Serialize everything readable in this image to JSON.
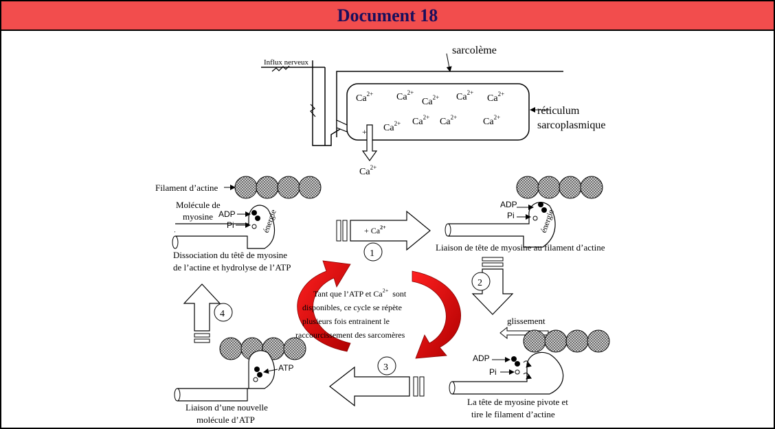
{
  "title": "Document 18",
  "labels": {
    "sarcolemme": "sarcolème",
    "influx": "Influx nerveux",
    "reticulum1": "réticulum",
    "reticulum2": "sarcoplasmique",
    "ca_out": "Ca",
    "filament_actine": "Filament d’actine",
    "molecule1": "Molécule de",
    "molecule2": "myosine",
    "adp": "ADP",
    "pi": "Pi",
    "atp": "ATP",
    "energie": "énergie",
    "plus_ca": "+ Ca",
    "glissement": "glissement",
    "plus": "+"
  },
  "steps": {
    "s1": "1",
    "s2": "2",
    "s3": "3",
    "s4": "4"
  },
  "captions": {
    "top_left_1": "Dissociation du têtê de myosine",
    "top_left_2": "de l’actine et hydrolyse de l’ATP",
    "top_right": "Liaison de tête de myosine au filament d’actine",
    "bottom_right_1": "La tête de myosine pivote et",
    "bottom_right_2": "tire le filament d’actine",
    "bottom_left_1": "Liaison d’une nouvelle",
    "bottom_left_2": "molécule d’ATP"
  },
  "center_text": {
    "line1a": "Tant que l’ATP et Ca",
    "line1b": "sont",
    "line2": "disponibles, ce cycle se répète",
    "line3": "plusieurs fois entrainent le",
    "line4": "raccourcissement des sarcomères"
  },
  "ion": {
    "base": "Ca",
    "charge": "2+"
  },
  "colors": {
    "header": "#f24d4d",
    "title": "#1a0f5c",
    "cycle_arrow": "#e01010"
  }
}
